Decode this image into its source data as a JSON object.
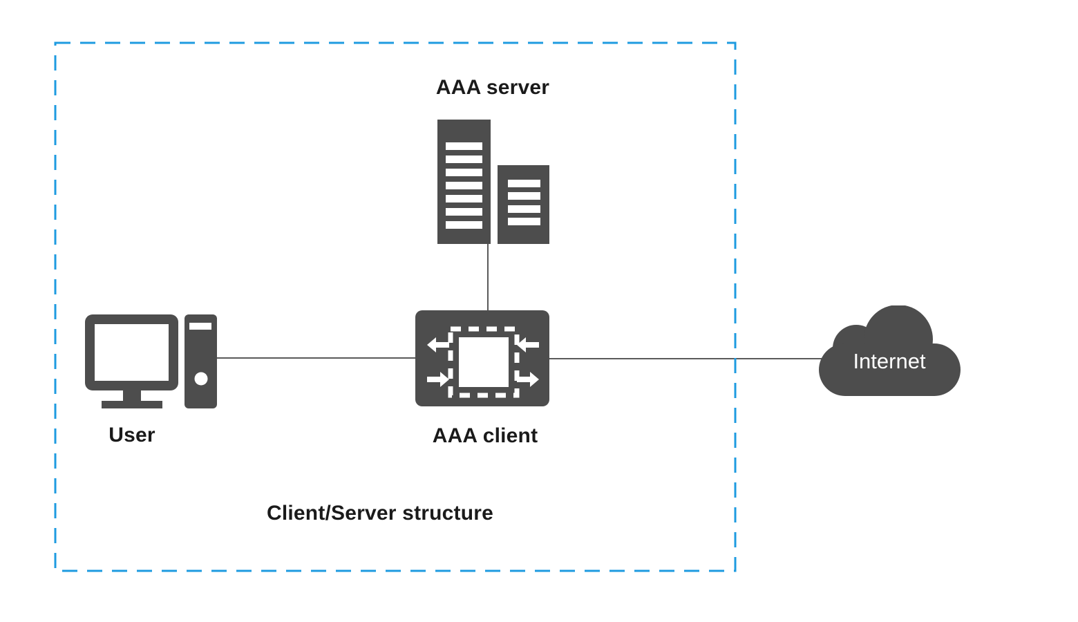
{
  "diagram": {
    "boundary_label": "Client/Server structure",
    "nodes": {
      "user": {
        "label": "User",
        "icon": "desktop-computer-icon"
      },
      "aaa_server": {
        "label": "AAA server",
        "icon": "server-rack-icon"
      },
      "aaa_client": {
        "label": "AAA client",
        "icon": "network-device-icon"
      },
      "internet": {
        "label": "Internet",
        "icon": "cloud-icon"
      }
    },
    "connections": [
      {
        "from": "user",
        "to": "aaa_client"
      },
      {
        "from": "aaa_server",
        "to": "aaa_client"
      },
      {
        "from": "aaa_client",
        "to": "internet"
      }
    ]
  },
  "colors": {
    "icon_gray": "#4d4d4d",
    "line_gray": "#595959",
    "boundary_blue": "#1e9be0",
    "label_text": "#1a1a1a",
    "icon_detail_white": "#ffffff",
    "background": "#ffffff"
  }
}
